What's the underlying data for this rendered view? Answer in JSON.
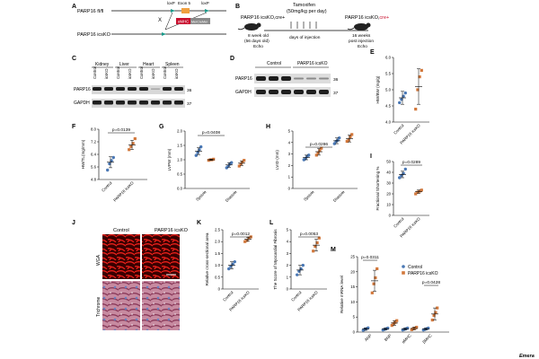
{
  "colors": {
    "control": "#4a78b5",
    "ko": "#d2783c",
    "red": "#c8102e",
    "blot_dark": "#1e1e1e",
    "gray_tri": "#888888"
  },
  "panel_letters": [
    "A",
    "B",
    "C",
    "D",
    "E",
    "F",
    "G",
    "H",
    "I",
    "J",
    "K",
    "L",
    "M"
  ],
  "panelA": {
    "floxed_label": "PARP16 fl/fl",
    "ko_label": "PARP16 icsKO",
    "exon_label": "Exon 5",
    "loxp_label": "loxP",
    "x_mark": "X",
    "cre_label": "αMHC",
    "mer_label": "MerCreMer"
  },
  "panelB": {
    "tamoxifen": "Tamoxifen",
    "dose": "(50mg/kg per day)",
    "start_label": "PARP16 icsKO,cre+",
    "end_label_prefix": "PARP16 icsKO,",
    "end_label_suffix": "cre+",
    "age1": "8 week old",
    "age2": "(56 days old)",
    "echo1": "Echo",
    "days_label": "days of injection",
    "weeks1": "16 weeks",
    "weeks2": "post injection",
    "echo2": "Echo"
  },
  "panelC": {
    "tissues": [
      "Kidney",
      "Liver",
      "Heart",
      "Spleen"
    ],
    "lanes": [
      "Control",
      "icsKO",
      "Control",
      "icsKO",
      "Control",
      "icsKO",
      "Control",
      "icsKO"
    ],
    "rows": [
      "PARP16",
      "GAPDH"
    ],
    "markers": [
      "36",
      "37"
    ]
  },
  "panelD": {
    "groups": [
      "Control",
      "PARP16 icsKO"
    ],
    "rows": [
      "PARP16",
      "GAPDH"
    ],
    "markers": [
      "36",
      "37"
    ]
  },
  "xticks_two": [
    "Control",
    "PARP16 icsKO"
  ],
  "sys_dia": [
    "Systole",
    "Diastole"
  ],
  "panelE": {
    "ylabel": "HW/BW (mg/g)",
    "ytick_labels": [
      "4.0",
      "4.5",
      "5.0",
      "5.5",
      "6.0"
    ]
  },
  "panelF": {
    "ylabel": "HW/TL(mg/mm)",
    "pvalue": "p=0.0139",
    "ytick_labels": [
      "4.8",
      "5.6",
      "6.4",
      "7.2",
      "8.0"
    ]
  },
  "panelG": {
    "ylabel": "LVPW (mm)",
    "pvalue": "p=0.0408",
    "ytick_labels": [
      "0.0",
      "0.5",
      "1.0",
      "1.5",
      "2.0"
    ]
  },
  "panelH": {
    "ylabel": "LVID (mm)",
    "pvalue": "p=0.0286",
    "ytick_labels": [
      "0",
      "1",
      "2",
      "3",
      "4",
      "5"
    ]
  },
  "panelI": {
    "ylabel": "Fractional Shortening %",
    "pvalue": "p=0.0289",
    "ytick_labels": [
      "0",
      "10",
      "20",
      "30",
      "40",
      "50"
    ]
  },
  "panelJ": {
    "col_labels": [
      "Control",
      "PARP16 icsKO"
    ],
    "row_labels": [
      "WGA",
      "Trichrome"
    ]
  },
  "panelK": {
    "ylabel": "Relative cross-sectional area",
    "pvalue": "p=0.0012",
    "ytick_labels": [
      "0",
      "0.5",
      "1.0",
      "1.5",
      "2.0",
      "2.5"
    ]
  },
  "panelL": {
    "ylabel": "The Score of Myocardial Fibrosis",
    "pvalue": "p=0.0053",
    "ytick_labels": [
      "0",
      "1",
      "2",
      "3",
      "4",
      "5"
    ]
  },
  "panelM": {
    "ylabel": "Relative mRNA level",
    "legend": [
      "Control",
      "PARP16 icsKO"
    ],
    "p1": "p=0.0311",
    "p2": "p=0.0428",
    "genes": [
      "ANP",
      "BNP",
      "αMHC",
      "βMHC"
    ],
    "ytick_labels": [
      "0",
      "5",
      "10",
      "15",
      "20",
      "25"
    ]
  },
  "corner_text": "Emera",
  "chart_data": [
    {
      "panel": "E",
      "type": "scatter",
      "ylabel": "HW/BW (mg/g)",
      "categories": [
        "Control",
        "PARP16 icsKO"
      ],
      "ylim": [
        4.0,
        6.0
      ],
      "series": [
        {
          "name": "Control",
          "mean": 4.75,
          "sd": 0.2,
          "points": [
            4.6,
            4.7,
            4.8,
            4.9
          ]
        },
        {
          "name": "PARP16 icsKO",
          "mean": 5.1,
          "sd": 0.55,
          "points": [
            4.4,
            5.0,
            5.4,
            5.6
          ]
        }
      ]
    },
    {
      "panel": "F",
      "type": "scatter",
      "ylabel": "HW/TL(mg/mm)",
      "categories": [
        "Control",
        "PARP16 icsKO"
      ],
      "ylim": [
        4.8,
        8.0
      ],
      "series": [
        {
          "name": "Control",
          "mean": 5.9,
          "sd": 0.35,
          "points": [
            5.4,
            5.8,
            6.0,
            6.2
          ]
        },
        {
          "name": "PARP16 icsKO",
          "mean": 7.0,
          "sd": 0.3,
          "points": [
            6.7,
            6.9,
            7.1,
            7.4
          ]
        }
      ]
    },
    {
      "panel": "G",
      "type": "scatter",
      "ylabel": "LVPW (mm)",
      "categories": [
        "Systole",
        "Diastole"
      ],
      "ylim": [
        0,
        2.0
      ],
      "series": [
        {
          "name": "Control",
          "mean": [
            1.3,
            0.82
          ],
          "sd": [
            0.12,
            0.08
          ],
          "points": [
            [
              1.15,
              1.25,
              1.35,
              1.45
            ],
            [
              0.72,
              0.78,
              0.85,
              0.9
            ]
          ]
        },
        {
          "name": "PARP16 icsKO",
          "mean": [
            1.0,
            0.88
          ],
          "sd": [
            0.02,
            0.08
          ],
          "points": [
            [
              0.98,
              1.0,
              1.0,
              1.02
            ],
            [
              0.78,
              0.85,
              0.92,
              0.98
            ]
          ]
        }
      ]
    },
    {
      "panel": "H",
      "type": "scatter",
      "ylabel": "LVID (mm)",
      "categories": [
        "Systole",
        "Diastole"
      ],
      "ylim": [
        0,
        5
      ],
      "series": [
        {
          "name": "Control",
          "mean": [
            2.7,
            4.15
          ],
          "sd": [
            0.2,
            0.25
          ],
          "points": [
            [
              2.5,
              2.6,
              2.8,
              2.9
            ],
            [
              3.9,
              4.1,
              4.2,
              4.4
            ]
          ]
        },
        {
          "name": "PARP16 icsKO",
          "mean": [
            3.2,
            4.35
          ],
          "sd": [
            0.3,
            0.3
          ],
          "points": [
            [
              2.9,
              3.1,
              3.3,
              3.5
            ],
            [
              4.1,
              4.2,
              4.5,
              4.7
            ]
          ]
        }
      ]
    },
    {
      "panel": "I",
      "type": "scatter",
      "ylabel": "Fractional Shortening %",
      "categories": [
        "Control",
        "PARP16 icsKO"
      ],
      "ylim": [
        0,
        50
      ],
      "series": [
        {
          "name": "Control",
          "mean": 38,
          "sd": 3,
          "points": [
            35,
            37,
            39,
            43
          ]
        },
        {
          "name": "PARP16 icsKO",
          "mean": 22,
          "sd": 1.5,
          "points": [
            20,
            21.5,
            22.5,
            23.5
          ]
        }
      ]
    },
    {
      "panel": "K",
      "type": "scatter",
      "ylabel": "Relative cross-sectional area",
      "categories": [
        "Control",
        "PARP16 icsKO"
      ],
      "ylim": [
        0,
        2.5
      ],
      "series": [
        {
          "name": "Control",
          "mean": 1.0,
          "sd": 0.15,
          "points": [
            0.85,
            0.95,
            1.05,
            1.15
          ]
        },
        {
          "name": "PARP16 icsKO",
          "mean": 2.1,
          "sd": 0.08,
          "points": [
            2.0,
            2.05,
            2.15,
            2.2
          ]
        }
      ]
    },
    {
      "panel": "L",
      "type": "scatter",
      "ylabel": "The Score of Myocardial Fibrosis",
      "categories": [
        "Control",
        "PARP16 icsKO"
      ],
      "ylim": [
        0,
        5
      ],
      "series": [
        {
          "name": "Control",
          "mean": 1.6,
          "sd": 0.4,
          "points": [
            1.2,
            1.5,
            1.7,
            2.0
          ]
        },
        {
          "name": "PARP16 icsKO",
          "mean": 3.7,
          "sd": 0.5,
          "points": [
            3.2,
            3.6,
            3.9,
            4.3
          ]
        }
      ]
    },
    {
      "panel": "M",
      "type": "scatter",
      "ylabel": "Relative mRNA level",
      "categories": [
        "ANP",
        "BNP",
        "αMHC",
        "βMHC"
      ],
      "ylim": [
        0,
        25
      ],
      "series": [
        {
          "name": "Control",
          "mean": [
            1,
            1,
            1,
            1
          ],
          "sd": [
            0.4,
            0.3,
            0.3,
            0.3
          ],
          "points": [
            [
              0.6,
              0.9,
              1.1,
              1.4
            ],
            [
              0.7,
              0.9,
              1.1,
              1.3
            ],
            [
              0.7,
              0.9,
              1.1,
              1.3
            ],
            [
              0.7,
              0.9,
              1.1,
              1.3
            ]
          ]
        },
        {
          "name": "PARP16 icsKO",
          "mean": [
            17,
            3,
            1.2,
            6
          ],
          "sd": [
            3.5,
            0.8,
            0.4,
            2
          ],
          "points": [
            [
              13,
              16,
              18,
              21
            ],
            [
              2.2,
              2.8,
              3.2,
              3.8
            ],
            [
              0.8,
              1.1,
              1.3,
              1.6
            ],
            [
              4,
              5.5,
              6.5,
              8
            ]
          ]
        }
      ]
    }
  ]
}
